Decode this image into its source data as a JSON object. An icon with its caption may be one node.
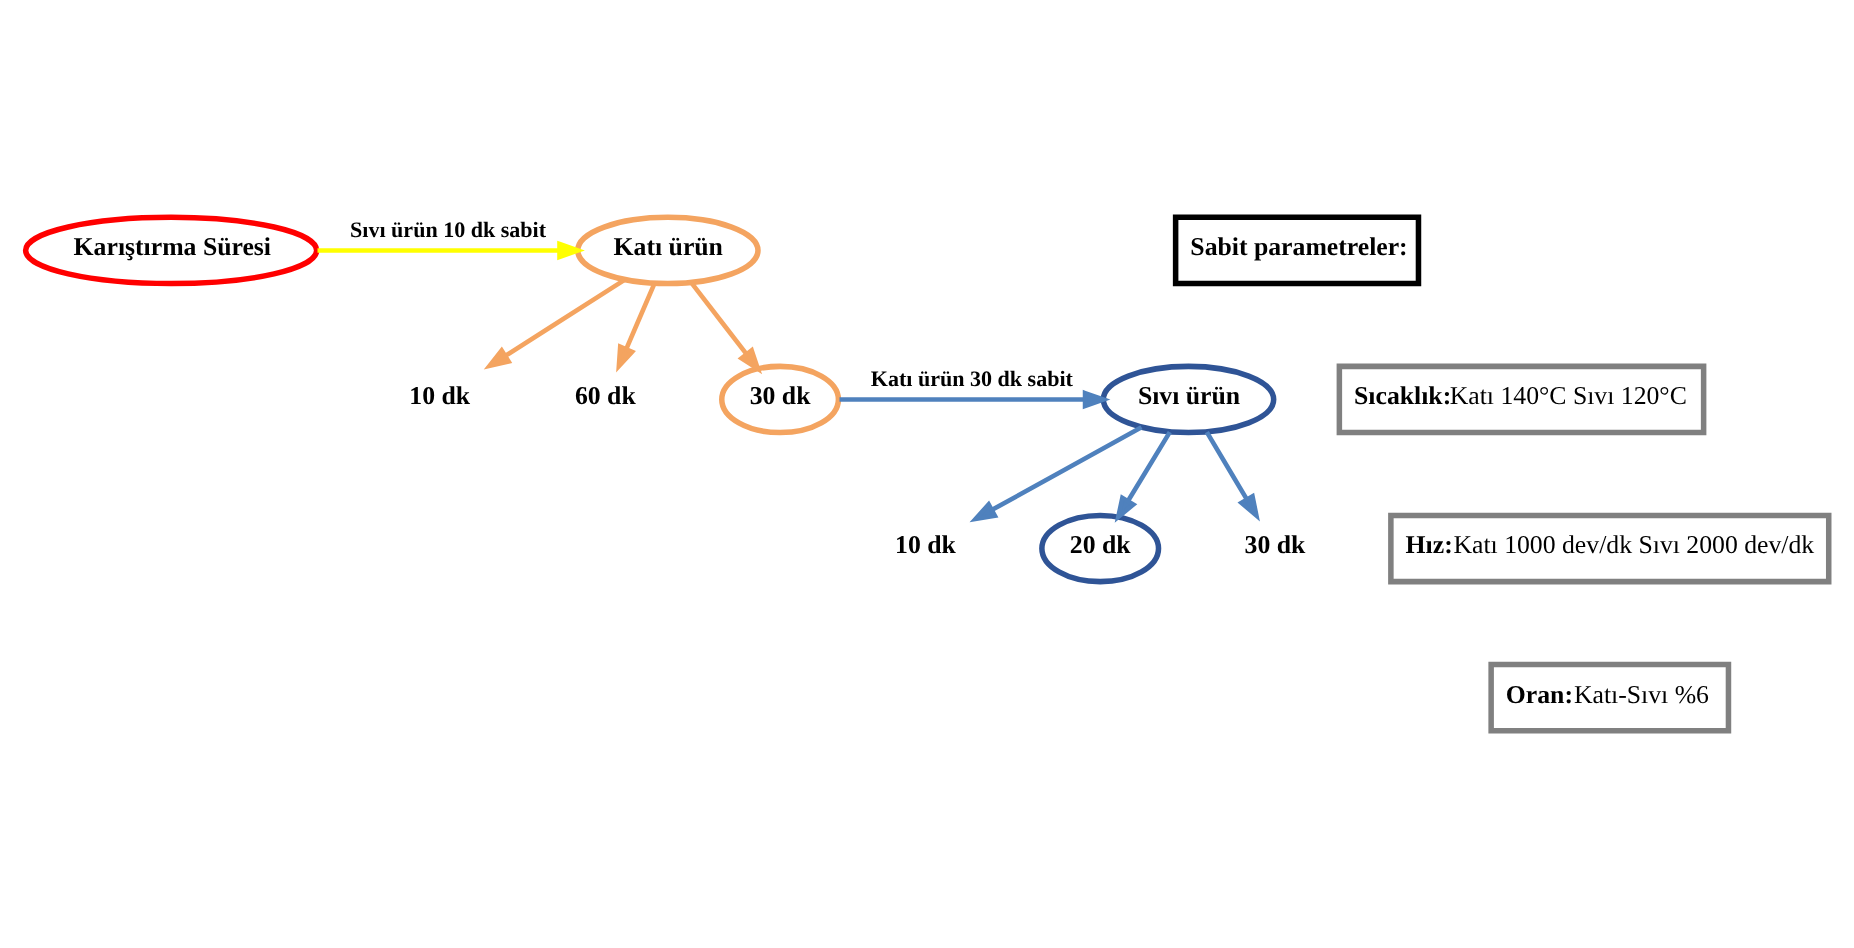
{
  "diagram": {
    "nodes": [
      {
        "text": [
          "Karıştırma Süresi"
        ]
      },
      {
        "text": [
          "Katı ürün"
        ]
      },
      {
        "text": [
          "10 dk"
        ]
      },
      {
        "text": [
          "60 dk"
        ]
      },
      {
        "text": [
          "30 dk"
        ]
      },
      {
        "text": [
          "Sıvı ürün"
        ]
      },
      {
        "text": [
          "10 dk"
        ]
      },
      {
        "text": [
          "20 dk"
        ]
      },
      {
        "text": [
          "30 dk"
        ]
      },
      {
        "text": [
          "Sabit parametreler:"
        ]
      },
      {
        "text": [
          "Sıcaklık:",
          "Katı 140°C Sıvı 120°C"
        ]
      },
      {
        "text": [
          "Hız:",
          "Katı 1000 dev/dk Sıvı 2000 dev/dk"
        ]
      },
      {
        "text": [
          "Oran:",
          "Katı-Sıvı %6"
        ]
      }
    ],
    "edges": [
      {
        "from": 0,
        "to": 1,
        "arrow": "to",
        "label": "Sıvı ürün 10 dk sabit",
        "color": "#ffff00"
      },
      {
        "from": 1,
        "to": 2,
        "arrow": "to",
        "color": "#f4a460"
      },
      {
        "from": 1,
        "to": 3,
        "arrow": "to",
        "color": "#f4a460"
      },
      {
        "from": 1,
        "to": 4,
        "arrow": "to",
        "color": "#f4a460"
      },
      {
        "from": 4,
        "to": 5,
        "arrow": "to",
        "label": "Katı ürün 30 dk sabit",
        "color": "#4f81bd"
      },
      {
        "from": 5,
        "to": 6,
        "arrow": "to",
        "color": "#4f81bd"
      },
      {
        "from": 5,
        "to": 7,
        "arrow": "to",
        "color": "#4f81bd"
      },
      {
        "from": 5,
        "to": 8,
        "arrow": "to",
        "color": "#4f81bd"
      }
    ]
  }
}
